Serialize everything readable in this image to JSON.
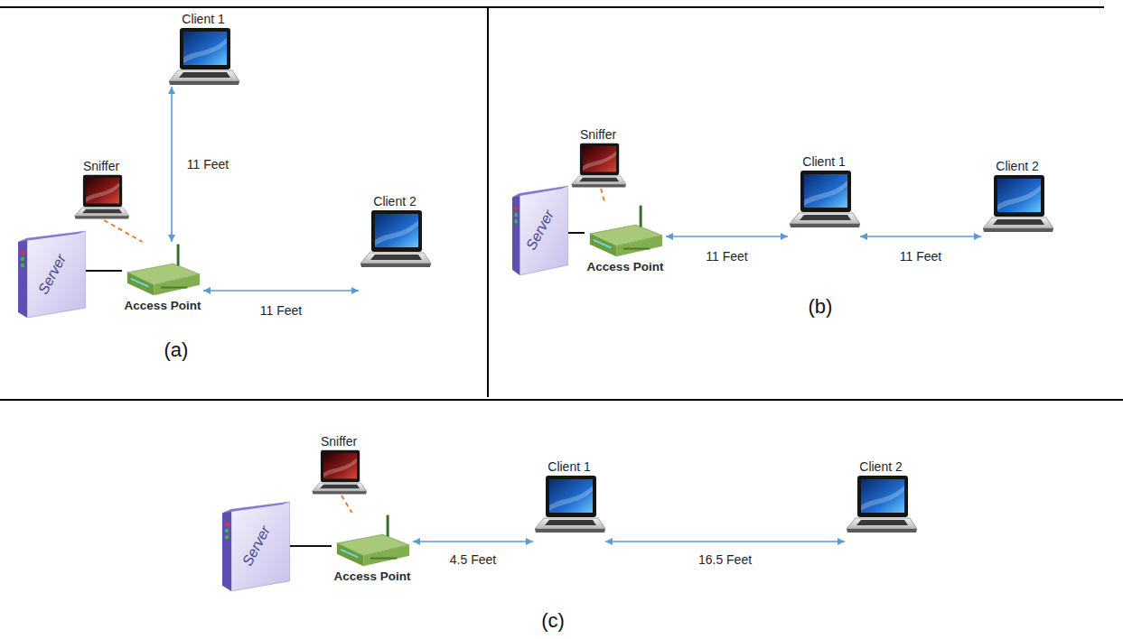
{
  "diagram": {
    "nodes": [
      {
        "text": [
          "Client 1"
        ]
      },
      {
        "text": [
          "Sniffer"
        ]
      },
      {
        "text": [
          "Server"
        ]
      },
      {
        "text": [
          "Access Point"
        ]
      },
      {
        "text": [
          "Client 2"
        ]
      },
      {
        "text": [
          "Sniffer"
        ]
      },
      {
        "text": [
          "Server"
        ]
      },
      {
        "text": [
          "Access Point"
        ]
      },
      {
        "text": [
          "Client 1"
        ]
      },
      {
        "text": [
          "Client 2"
        ]
      },
      {
        "text": [
          "Sniffer"
        ]
      },
      {
        "text": [
          "Server"
        ]
      },
      {
        "text": [
          "Access Point"
        ]
      },
      {
        "text": [
          "Client 1"
        ]
      },
      {
        "text": [
          "Client 2"
        ]
      }
    ],
    "edges": [
      {
        "from": 3,
        "to": 0,
        "arrow": "both",
        "label": "11 Feet"
      },
      {
        "from": 3,
        "to": 4,
        "arrow": "both",
        "label": "11 Feet"
      },
      {
        "from": 1,
        "to": 3,
        "arrow": "none"
      },
      {
        "from": 2,
        "to": 3,
        "arrow": "none"
      },
      {
        "from": 7,
        "to": 8,
        "arrow": "both",
        "label": "11 Feet"
      },
      {
        "from": 8,
        "to": 9,
        "arrow": "both",
        "label": "11 Feet"
      },
      {
        "from": 5,
        "to": 7,
        "arrow": "none"
      },
      {
        "from": 6,
        "to": 7,
        "arrow": "none"
      },
      {
        "from": 12,
        "to": 13,
        "arrow": "both",
        "label": "4.5 Feet"
      },
      {
        "from": 13,
        "to": 14,
        "arrow": "both",
        "label": "16.5 Feet"
      },
      {
        "from": 10,
        "to": 12,
        "arrow": "none"
      },
      {
        "from": 11,
        "to": 12,
        "arrow": "none"
      }
    ],
    "labels": [
      "(a)",
      "(b)",
      "(c)"
    ]
  }
}
